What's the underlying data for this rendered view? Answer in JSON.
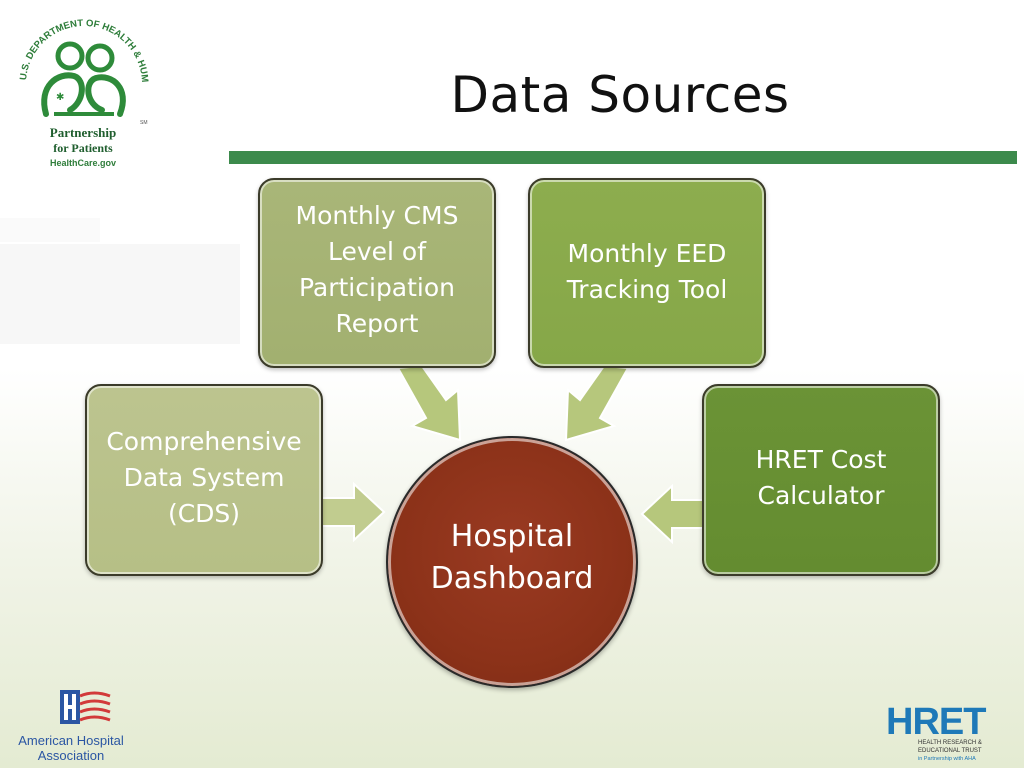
{
  "slide": {
    "title": "Data Sources"
  },
  "logos": {
    "hhs": {
      "arc_text": "U.S. DEPARTMENT OF HEALTH & HUMAN SERVICES",
      "line1": "Partnership",
      "line2": "for Patients",
      "line3": "HealthCare.gov",
      "sm": "SM"
    },
    "aha": {
      "line1": "American Hospital",
      "line2": "Association"
    },
    "hret": {
      "wordmark": "HRET",
      "line1": "HEALTH RESEARCH &",
      "line2": "EDUCATIONAL TRUST",
      "line3": "in Partnership with AHA"
    }
  },
  "diagram": {
    "hub": "Hospital\nDashboard",
    "sources": {
      "cms": "Monthly CMS\nLevel of\nParticipation\nReport",
      "eed": "Monthly EED\nTracking Tool",
      "cds": "Comprehensive\nData System\n(CDS)",
      "hret": "HRET Cost\nCalculator"
    }
  },
  "colors": {
    "rule": "#3c8a4c",
    "cms_box": "#a6b374",
    "eed_box": "#8aaa4b",
    "cds_box": "#b9c28a",
    "hret_box": "#688f33",
    "hub": "#8c3219",
    "arrow": "#b5c97a"
  }
}
